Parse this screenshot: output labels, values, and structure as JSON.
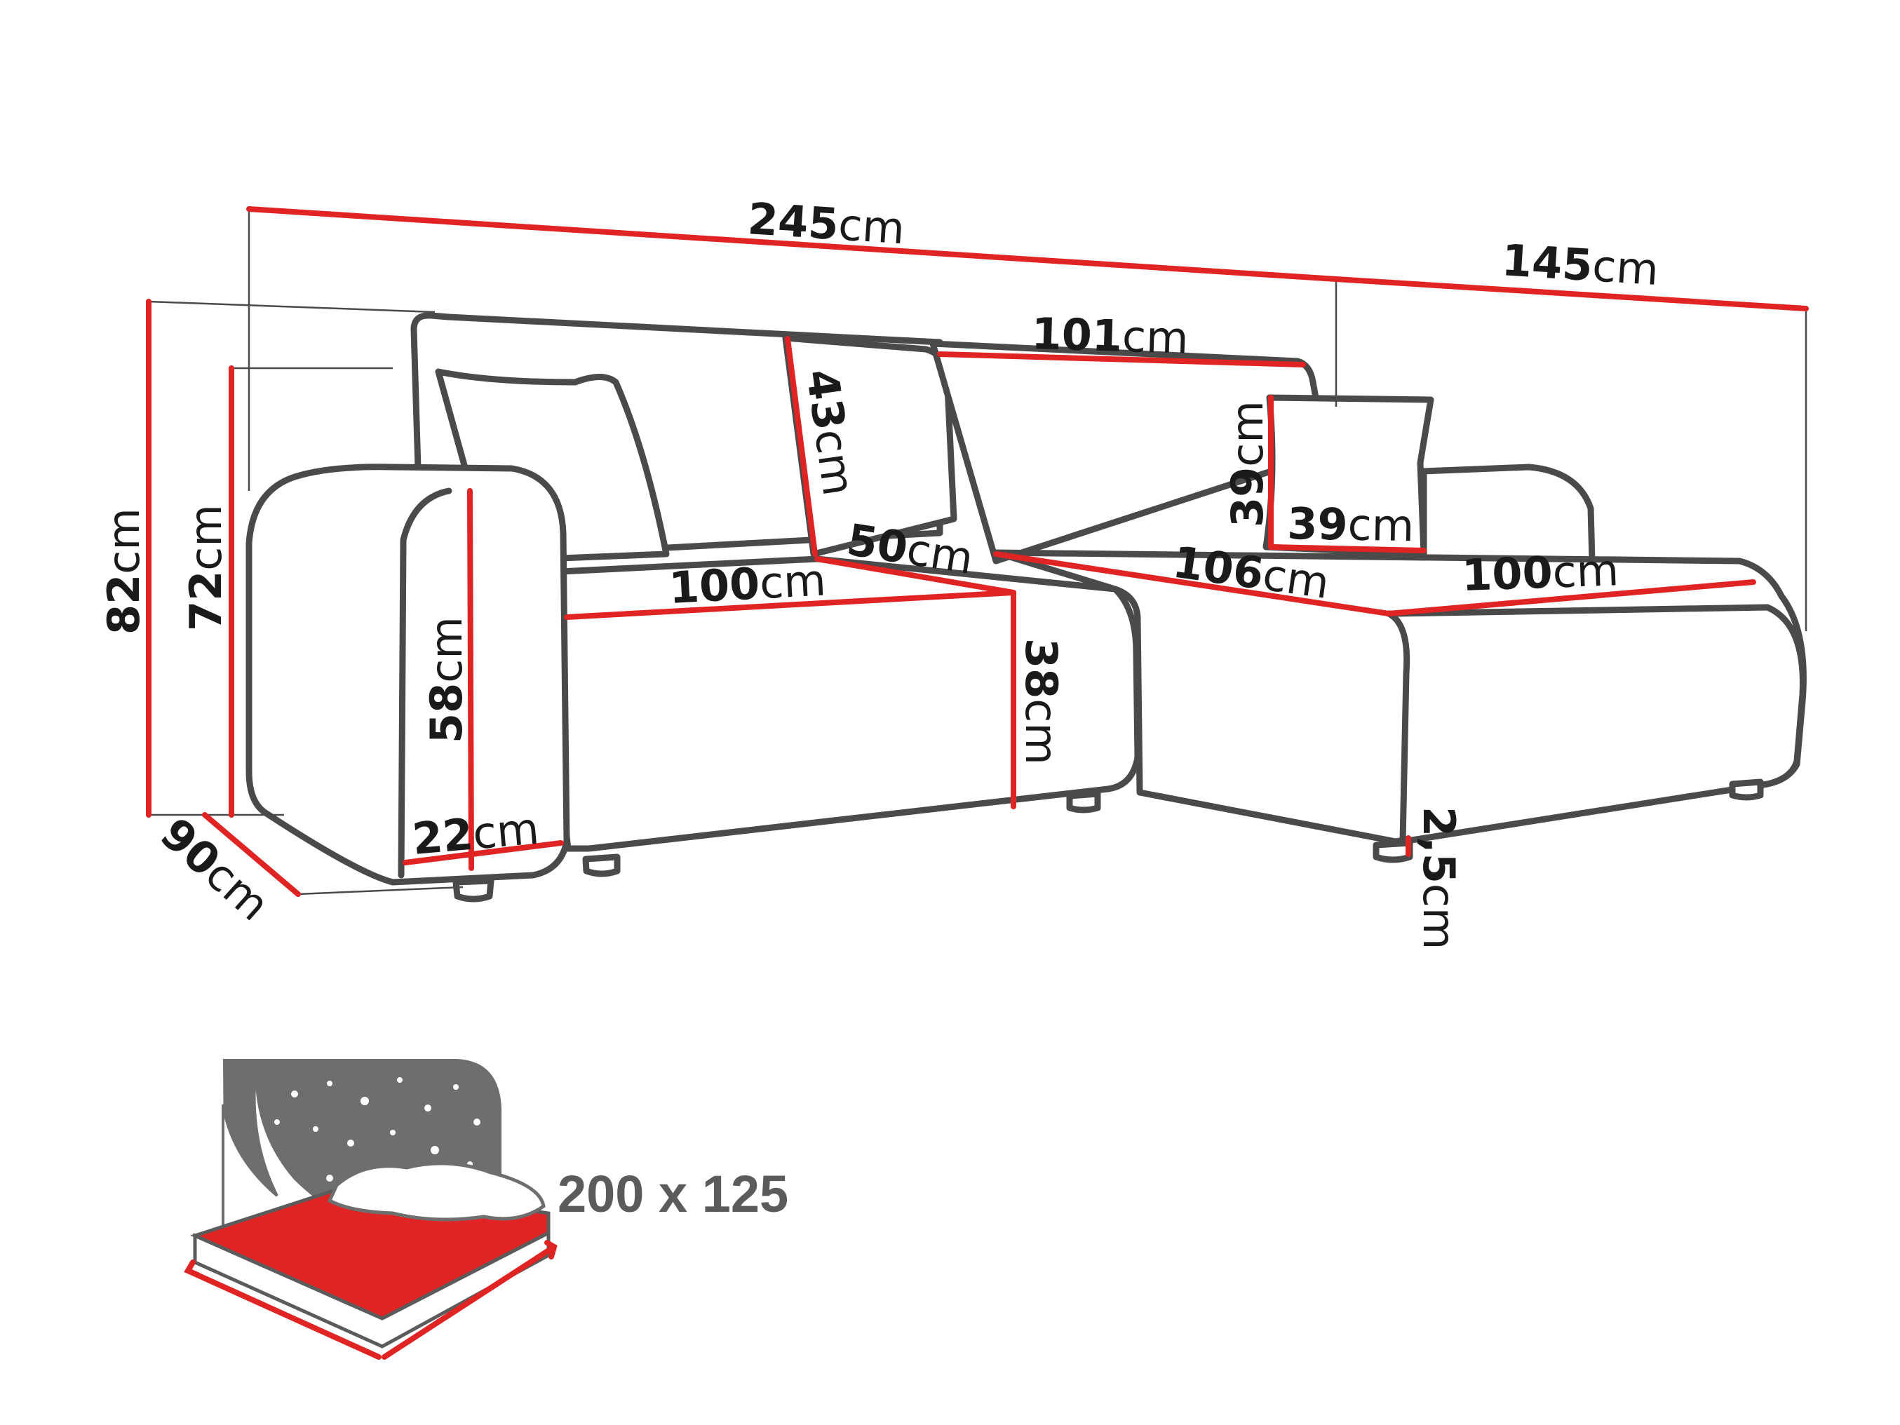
{
  "units": "cm",
  "dimensions": {
    "total_width": "245",
    "chaise_width": "145",
    "backrest_width": "101",
    "total_height": "82",
    "armrest_height": "72",
    "depth": "90",
    "armrest_inner_height": "58",
    "armrest_width": "22",
    "back_cushion_height": "43",
    "seat_depth_back": "50",
    "seat_width_left": "100",
    "seat_height": "38",
    "pillow_height": "39",
    "pillow_width": "39",
    "chaise_length": "106",
    "chaise_seat_width": "100",
    "leg_height": "2,5"
  },
  "sleeping_area": {
    "label": "200 x 125"
  },
  "colors": {
    "dimension_line": "#e02424",
    "outline": "#4a4a4a",
    "mattress": "#e02424",
    "night_panel": "#6e6e6e",
    "label_gray": "#5b5b5b"
  },
  "icons": [
    "sofa-bed-sleeping-icon",
    "star-icon"
  ]
}
